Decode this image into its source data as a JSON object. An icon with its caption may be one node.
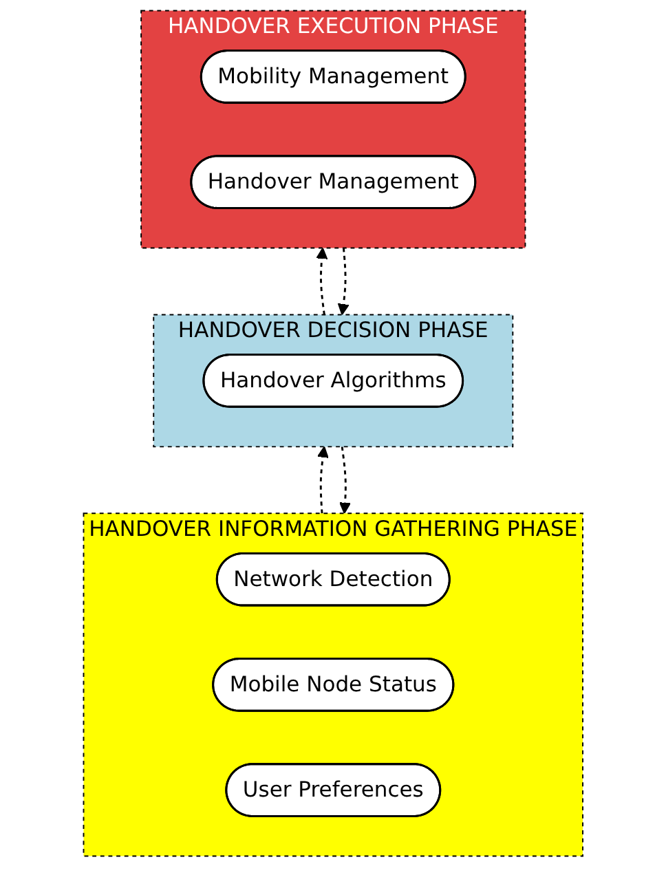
{
  "diagram": {
    "nodes": [
      {
        "text": [
          "HANDOVER EXECUTION PHASE"
        ]
      },
      {
        "text": [
          "Mobility Management"
        ],
        "in": 0
      },
      {
        "text": [
          "Handover Management"
        ],
        "in": 0
      },
      {
        "text": [
          "HANDOVER DECISION PHASE"
        ]
      },
      {
        "text": [
          "Handover Algorithms"
        ],
        "in": 3
      },
      {
        "text": [
          "HANDOVER INFORMATION GATHERING PHASE"
        ]
      },
      {
        "text": [
          "Network Detection"
        ],
        "in": 5
      },
      {
        "text": [
          "Mobile Node Status"
        ],
        "in": 5
      },
      {
        "text": [
          "User Preferences"
        ],
        "in": 5
      }
    ],
    "edges": [
      {
        "from": 0,
        "to": 3,
        "arrow": "to",
        "style": "dashed"
      },
      {
        "from": 3,
        "to": 0,
        "arrow": "to",
        "style": "dashed"
      },
      {
        "from": 3,
        "to": 5,
        "arrow": "to",
        "style": "dashed"
      },
      {
        "from": 5,
        "to": 3,
        "arrow": "to",
        "style": "dashed"
      }
    ]
  }
}
